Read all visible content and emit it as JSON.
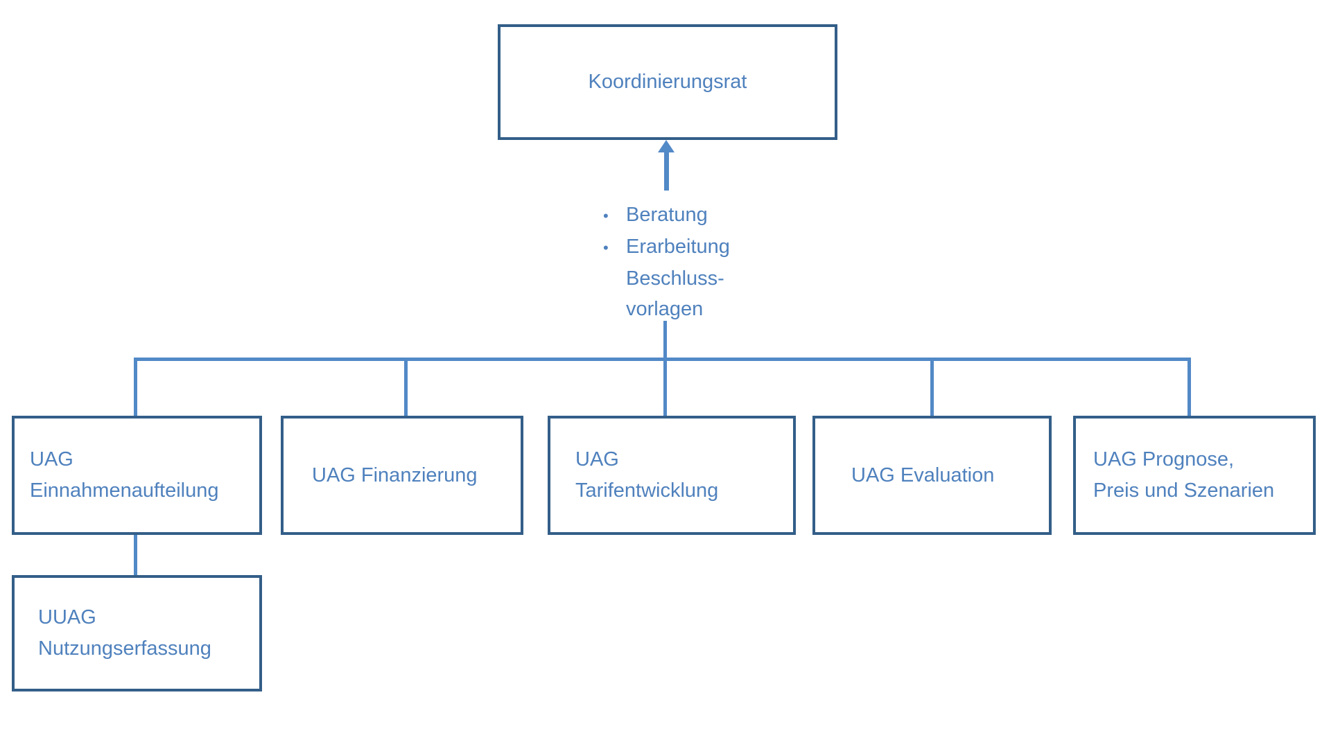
{
  "diagram": {
    "root": {
      "label": "Koordinierungsrat"
    },
    "bullet_glyph": "•",
    "annotation": {
      "items": [
        {
          "lines": [
            "Beratung"
          ]
        },
        {
          "lines": [
            "Erarbeitung",
            "Beschluss-",
            "vorlagen"
          ]
        }
      ]
    },
    "children": [
      {
        "lines": [
          "UAG",
          "Einnahmenaufteilung"
        ]
      },
      {
        "lines": [
          "UAG Finanzierung"
        ]
      },
      {
        "lines": [
          "UAG",
          "Tarifentwicklung"
        ]
      },
      {
        "lines": [
          "UAG Evaluation"
        ]
      },
      {
        "lines": [
          "UAG Prognose,",
          "Preis und Szenarien"
        ]
      }
    ],
    "grandchild": {
      "lines": [
        "UUAG",
        "Nutzungserfassung"
      ]
    },
    "colors": {
      "box_border": "#335E88",
      "connector": "#5289C7",
      "label_text": "#4F81BD",
      "background": "#FFFFFF"
    }
  }
}
